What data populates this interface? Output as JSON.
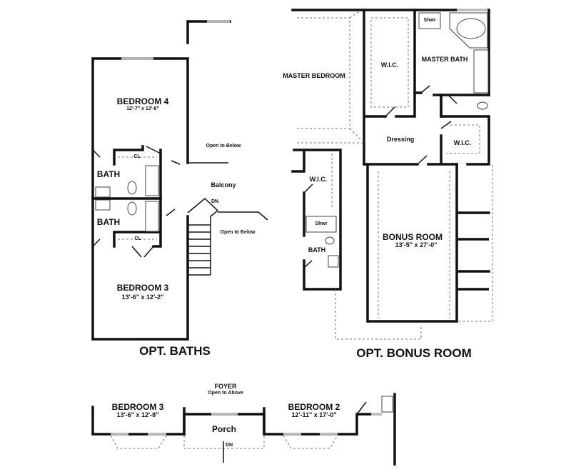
{
  "opt_baths": {
    "title": "OPT. BATHS",
    "bedroom4": {
      "name": "BEDROOM 4",
      "dims": "12'-7\" x 13'-8\""
    },
    "bath_upper": "BATH",
    "bath_lower": "BATH",
    "closet_upper": "CL",
    "closet_lower": "CL",
    "balcony": "Balcony",
    "stairs_dn": "DN",
    "open_below_1": "Open to Below",
    "open_below_2": "Open to Below",
    "bedroom3": {
      "name": "BEDROOM 3",
      "dims": "13'-6\" x 12'-2\""
    }
  },
  "opt_bonus": {
    "title": "OPT. BONUS ROOM",
    "master_bedroom": "MASTER BEDROOM",
    "wic_main": "W.I.C.",
    "master_bath": "MASTER BATH",
    "shower_master": "Shwr",
    "dressing": "Dressing",
    "wic_right": "W.I.C.",
    "wic_left": "W.I.C.",
    "shower_bath": "Shwr",
    "bath": "BATH",
    "bonus_room": {
      "name": "BONUS ROOM",
      "dims": "13'-5\" x 27'-0\""
    }
  },
  "lower": {
    "foyer": "FOYER",
    "foyer_note": "Open to Above",
    "bedroom3": {
      "name": "BEDROOM 3",
      "dims": "13'-6\" x 12'-8\""
    },
    "porch": "Porch",
    "porch_dn": "DN",
    "bedroom2": {
      "name": "BEDROOM 2",
      "dims": "12'-11\" x 17'-0\""
    }
  }
}
